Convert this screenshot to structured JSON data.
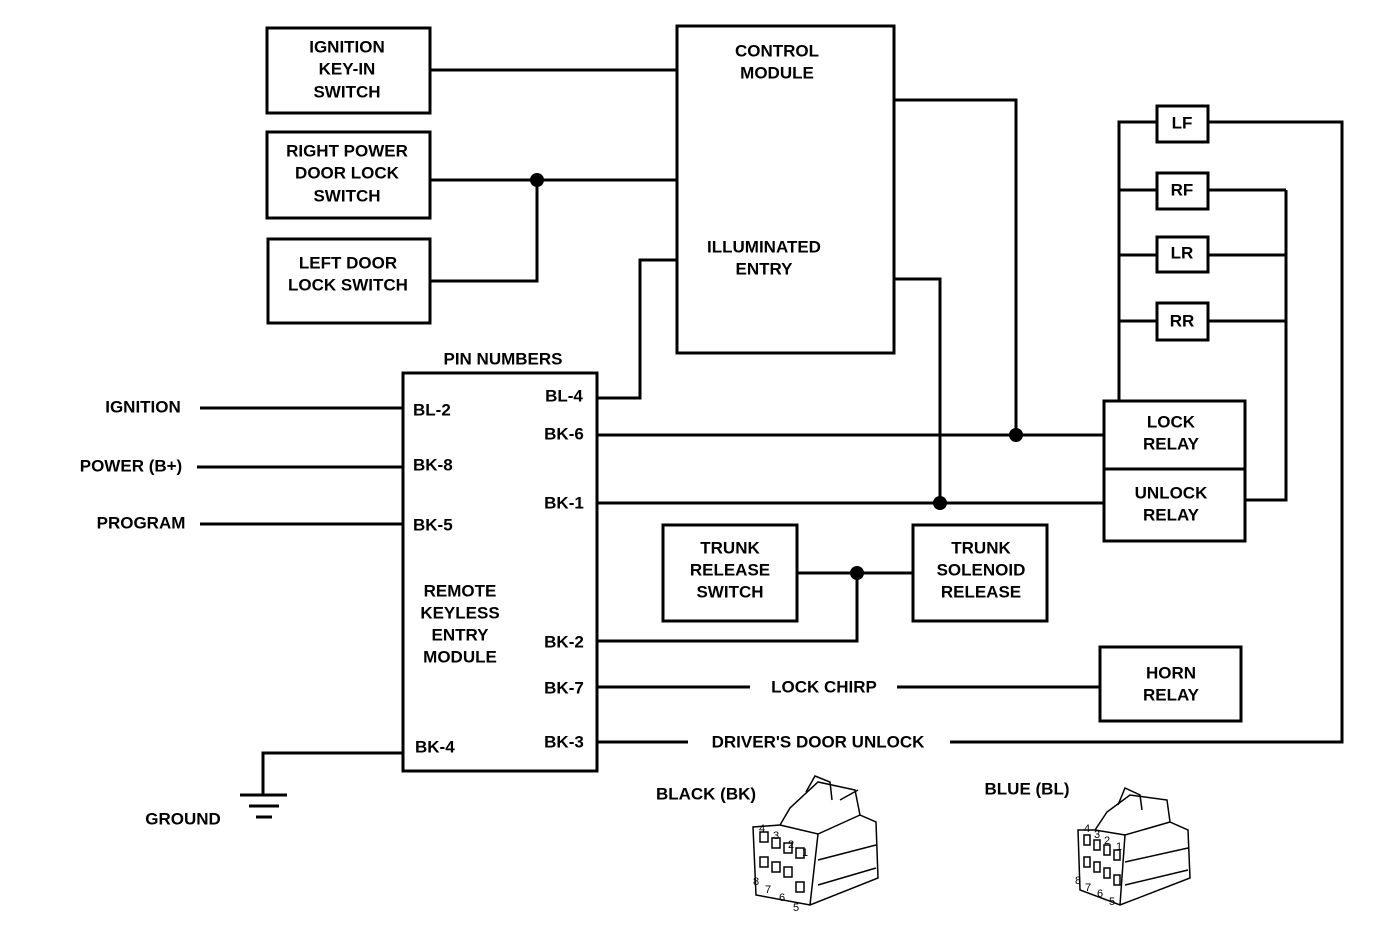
{
  "boxes": {
    "ignition_key_in": [
      "IGNITION",
      "KEY-IN",
      "SWITCH"
    ],
    "right_power_door_lock": [
      "RIGHT POWER",
      "DOOR LOCK",
      "SWITCH"
    ],
    "left_door_lock": [
      "LEFT DOOR",
      "LOCK SWITCH"
    ],
    "control_module": {
      "title": [
        "CONTROL",
        "MODULE"
      ],
      "sub": [
        "ILLUMINATED",
        "ENTRY"
      ]
    },
    "rke_module": {
      "header": "PIN NUMBERS",
      "name": [
        "REMOTE",
        "KEYLESS",
        "ENTRY",
        "MODULE"
      ],
      "left_pins": [
        "BL-2",
        "BK-8",
        "BK-5",
        "BK-4"
      ],
      "right_pins": [
        "BL-4",
        "BK-6",
        "BK-1",
        "BK-2",
        "BK-7",
        "BK-3"
      ]
    },
    "lock_relay": [
      "LOCK",
      "RELAY"
    ],
    "unlock_relay": [
      "UNLOCK",
      "RELAY"
    ],
    "doors": [
      "LF",
      "RF",
      "LR",
      "RR"
    ],
    "trunk_release_switch": [
      "TRUNK",
      "RELEASE",
      "SWITCH"
    ],
    "trunk_solenoid": [
      "TRUNK",
      "SOLENOID",
      "RELEASE"
    ],
    "horn_relay": [
      "HORN",
      "RELAY"
    ]
  },
  "inputs": [
    "IGNITION",
    "POWER (B+)",
    "PROGRAM"
  ],
  "ground": "GROUND",
  "wire_labels": {
    "lock_chirp": "LOCK CHIRP",
    "drivers_door_unlock": "DRIVER'S DOOR UNLOCK"
  },
  "connectors": {
    "black": {
      "label": "BLACK (BK)",
      "pins": [
        "4",
        "3",
        "2",
        "1",
        "8",
        "7",
        "6",
        "5"
      ]
    },
    "blue": {
      "label": "BLUE (BL)",
      "pins": [
        "4",
        "3",
        "2",
        "1",
        "8",
        "7",
        "6",
        "5"
      ]
    }
  }
}
